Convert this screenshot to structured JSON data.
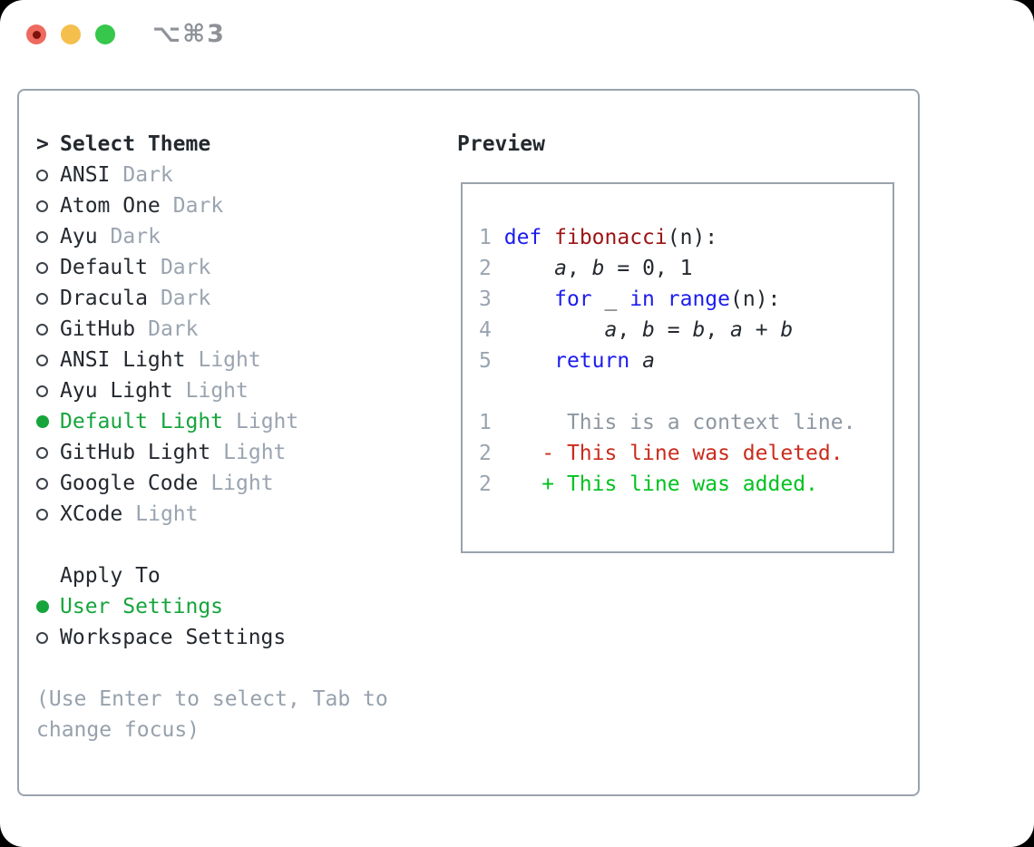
{
  "titlebar": {
    "shortcut": "⌥⌘3"
  },
  "colors": {
    "text": "#24292f",
    "muted": "#9aa4b0",
    "context": "#8d97a1",
    "hint": "#97a1ac",
    "border": "#9aa3ae",
    "keyword": "#1c1cef",
    "function": "#9c1414",
    "selected-green": "#16a53c",
    "added-green": "#00c220",
    "deleted-red": "#cb2b1c",
    "titlebar-text": "#8e9298",
    "light-red": "#ee6a5e",
    "light-red-dot": "#7d120b",
    "light-yellow": "#f5bf4e",
    "light-green": "#36c74c"
  },
  "sidebar": {
    "title": "Select Theme",
    "title_marker": ">",
    "themes": [
      {
        "name": "ANSI",
        "variant": "Dark",
        "selected": false
      },
      {
        "name": "Atom One",
        "variant": "Dark",
        "selected": false
      },
      {
        "name": "Ayu",
        "variant": "Dark",
        "selected": false
      },
      {
        "name": "Default",
        "variant": "Dark",
        "selected": false
      },
      {
        "name": "Dracula",
        "variant": "Dark",
        "selected": false
      },
      {
        "name": "GitHub",
        "variant": "Dark",
        "selected": false
      },
      {
        "name": "ANSI Light",
        "variant": "Light",
        "selected": false
      },
      {
        "name": "Ayu Light",
        "variant": "Light",
        "selected": false
      },
      {
        "name": "Default Light",
        "variant": "Light",
        "selected": true
      },
      {
        "name": "GitHub Light",
        "variant": "Light",
        "selected": false
      },
      {
        "name": "Google Code",
        "variant": "Light",
        "selected": false
      },
      {
        "name": "XCode",
        "variant": "Light",
        "selected": false
      }
    ],
    "apply_title": "Apply To",
    "apply_options": [
      {
        "label": "User Settings",
        "selected": true
      },
      {
        "label": "Workspace Settings",
        "selected": false
      }
    ],
    "hint_lines": [
      "(Use Enter to select, Tab to",
      "change focus)"
    ]
  },
  "preview": {
    "title": "Preview",
    "code_lines": [
      [
        {
          "t": "1",
          "c": "num"
        },
        {
          "t": " ",
          "c": "pl"
        },
        {
          "t": "def",
          "c": "kw"
        },
        {
          "t": " ",
          "c": "pl"
        },
        {
          "t": "fibonacci",
          "c": "fn"
        },
        {
          "t": "(n):",
          "c": "pl"
        }
      ],
      [
        {
          "t": "2",
          "c": "num"
        },
        {
          "t": "     ",
          "c": "pl"
        },
        {
          "t": "a",
          "c": "var"
        },
        {
          "t": ", ",
          "c": "pl"
        },
        {
          "t": "b",
          "c": "var"
        },
        {
          "t": " = 0, 1",
          "c": "pl"
        }
      ],
      [
        {
          "t": "3",
          "c": "num"
        },
        {
          "t": "     ",
          "c": "pl"
        },
        {
          "t": "for",
          "c": "kw"
        },
        {
          "t": " _ ",
          "c": "pl"
        },
        {
          "t": "in",
          "c": "kw"
        },
        {
          "t": " ",
          "c": "pl"
        },
        {
          "t": "range",
          "c": "kw"
        },
        {
          "t": "(n):",
          "c": "pl"
        }
      ],
      [
        {
          "t": "4",
          "c": "num"
        },
        {
          "t": "         ",
          "c": "pl"
        },
        {
          "t": "a",
          "c": "var"
        },
        {
          "t": ", ",
          "c": "pl"
        },
        {
          "t": "b",
          "c": "var"
        },
        {
          "t": " = ",
          "c": "pl"
        },
        {
          "t": "b",
          "c": "var"
        },
        {
          "t": ", ",
          "c": "pl"
        },
        {
          "t": "a",
          "c": "var"
        },
        {
          "t": " + ",
          "c": "pl"
        },
        {
          "t": "b",
          "c": "var"
        }
      ],
      [
        {
          "t": "5",
          "c": "num"
        },
        {
          "t": "     ",
          "c": "pl"
        },
        {
          "t": "return",
          "c": "kw"
        },
        {
          "t": " ",
          "c": "pl"
        },
        {
          "t": "a",
          "c": "var"
        }
      ],
      [],
      [
        {
          "t": "1",
          "c": "num"
        },
        {
          "t": "      ",
          "c": "pl"
        },
        {
          "t": "This is a context line.",
          "c": "ctx"
        }
      ],
      [
        {
          "t": "2",
          "c": "num"
        },
        {
          "t": "    ",
          "c": "pl"
        },
        {
          "t": "- This line was deleted.",
          "c": "del"
        }
      ],
      [
        {
          "t": "2",
          "c": "num"
        },
        {
          "t": "    ",
          "c": "pl"
        },
        {
          "t": "+ This line was added.",
          "c": "add"
        }
      ]
    ]
  }
}
